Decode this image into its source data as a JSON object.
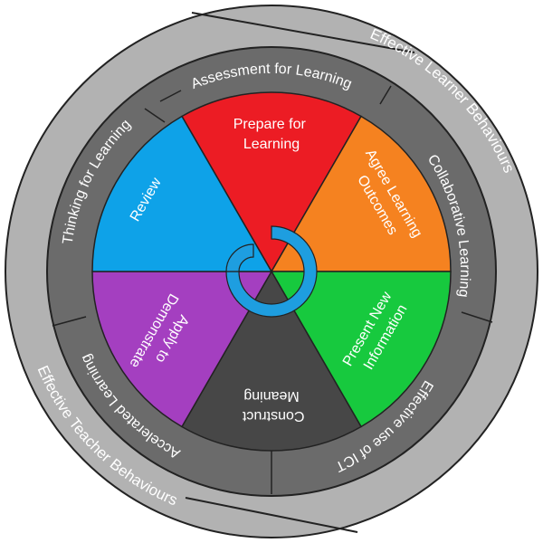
{
  "outer_ring": {
    "label_upper": "Effective Learner Behaviours",
    "label_lower": "Effective Teacher Behaviours",
    "color": "#b2b2b2"
  },
  "middle_ring": {
    "color": "#6b6b6b",
    "labels": {
      "top": "Assessment for Learning",
      "right": "Collaborative Learning",
      "bottom_right": "Effective use of ICT",
      "bottom_left": "Accelerated Learning",
      "left": "Thinking for Learning"
    }
  },
  "segments": [
    {
      "id": "prepare",
      "line1": "Prepare for",
      "line2": "Learning",
      "color": "#ec1c24"
    },
    {
      "id": "agree",
      "line1": "Agree Learning",
      "line2": "Outcomes",
      "color": "#f58220"
    },
    {
      "id": "present",
      "line1": "Present New",
      "line2": "Information",
      "color": "#17c93e"
    },
    {
      "id": "construct",
      "line1": "Construct",
      "line2": "Meaning",
      "color": "#474747"
    },
    {
      "id": "apply",
      "line1": "Apply to",
      "line2": "Demonstrate",
      "color": "#a43fc0"
    },
    {
      "id": "review",
      "line1": "Review",
      "line2": "",
      "color": "#0ea2e8"
    }
  ],
  "center_swirl_color": "#1e9ee0",
  "border_color": "#222222"
}
